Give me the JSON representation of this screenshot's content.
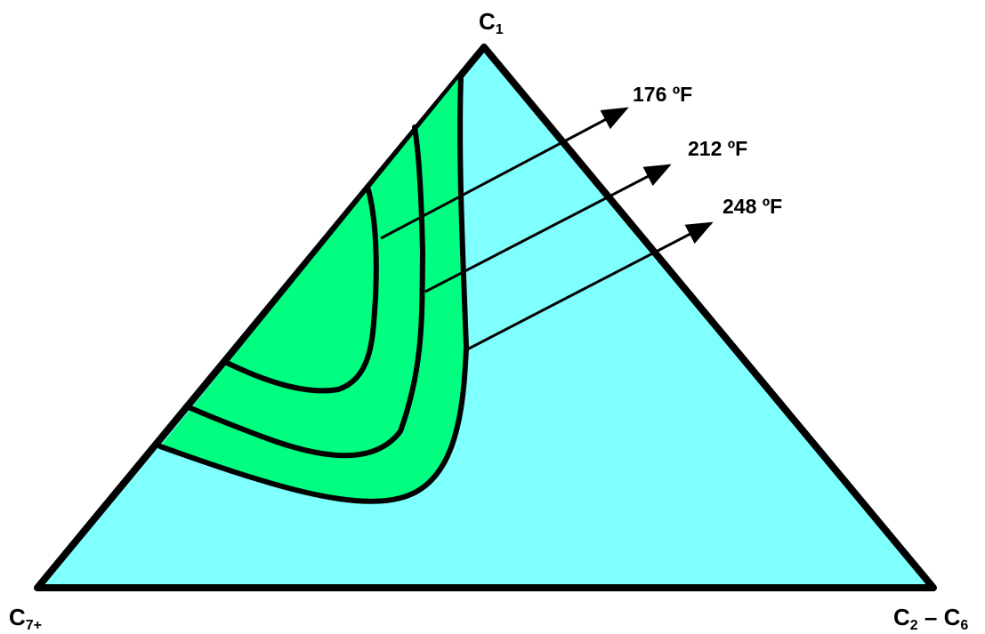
{
  "diagram": {
    "vertices": {
      "top": {
        "main": "C",
        "sub": "1"
      },
      "bottom_left": {
        "main": "C",
        "sub": "7+"
      },
      "bottom_right": {
        "main1": "C",
        "sub1": "2",
        "dash": " – ",
        "main2": "C",
        "sub2": "6"
      }
    },
    "isotherms": [
      {
        "label": "176 ºF"
      },
      {
        "label": "212 ºF"
      },
      {
        "label": "248 ºF"
      }
    ],
    "colors": {
      "triangle_fill": "#80FFFF",
      "two_phase_fill": "#00FF80",
      "outline": "#000000"
    }
  }
}
